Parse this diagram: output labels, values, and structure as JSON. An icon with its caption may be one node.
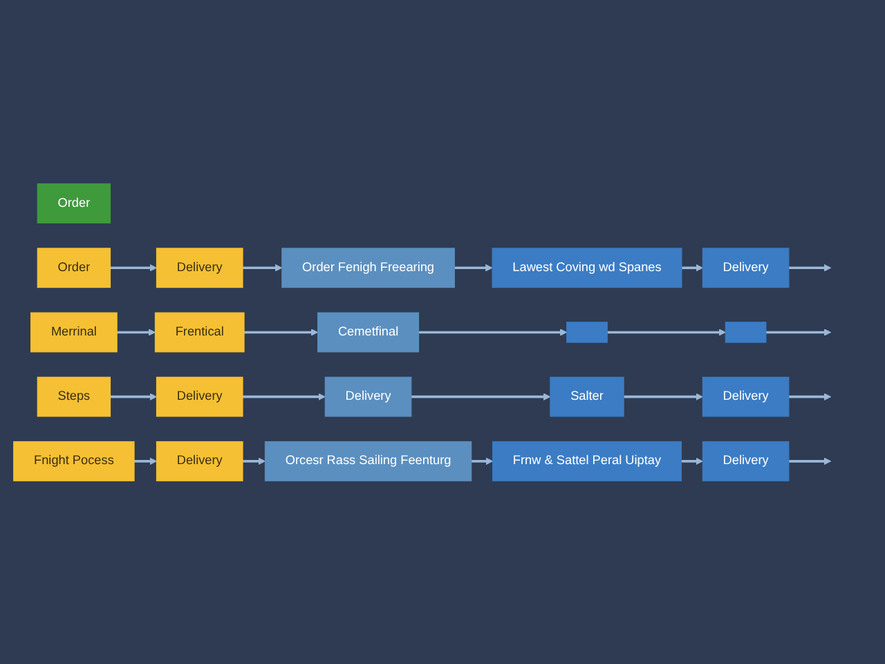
{
  "diagram": {
    "nodes": [
      {
        "text": [
          "Order"
        ]
      },
      {
        "text": [
          "Order"
        ]
      },
      {
        "text": [
          "Delivery"
        ]
      },
      {
        "text": [
          "Order Fenigh Freearing"
        ]
      },
      {
        "text": [
          "Lawest Coving wd Spanes"
        ]
      },
      {
        "text": [
          "Delivery"
        ]
      },
      {
        "text": [
          "Merrinal"
        ]
      },
      {
        "text": [
          "Frentical"
        ]
      },
      {
        "text": [
          "Cemetfinal"
        ]
      },
      {
        "text": [],
        "shape": "box"
      },
      {
        "text": [],
        "shape": "box"
      },
      {
        "text": [
          "Steps"
        ]
      },
      {
        "text": [
          "Delivery"
        ]
      },
      {
        "text": [
          "Delivery"
        ]
      },
      {
        "text": [
          "Salter"
        ]
      },
      {
        "text": [
          "Delivery"
        ]
      },
      {
        "text": [
          "Fnight Pocess"
        ]
      },
      {
        "text": [
          "Delivery"
        ]
      },
      {
        "text": [
          "Orcesr Rass Sailing Feenturg"
        ]
      },
      {
        "text": [
          "Frnw & Sattel Peral Uiptay"
        ]
      },
      {
        "text": [
          "Delivery"
        ]
      }
    ],
    "edges": [
      {
        "from": 1,
        "to": 2,
        "arrow": "to"
      },
      {
        "from": 2,
        "to": 3,
        "arrow": "to"
      },
      {
        "from": 3,
        "to": 4,
        "arrow": "to"
      },
      {
        "from": 4,
        "to": 5,
        "arrow": "to"
      },
      {
        "from": 5,
        "to": null,
        "arrow": "to"
      },
      {
        "from": 6,
        "to": 7,
        "arrow": "to"
      },
      {
        "from": 7,
        "to": 8,
        "arrow": "to"
      },
      {
        "from": 8,
        "to": 9,
        "arrow": "to"
      },
      {
        "from": 9,
        "to": 10,
        "arrow": "to"
      },
      {
        "from": 10,
        "to": null,
        "arrow": "to"
      },
      {
        "from": 11,
        "to": 12,
        "arrow": "to"
      },
      {
        "from": 12,
        "to": 13,
        "arrow": "to"
      },
      {
        "from": 13,
        "to": 14,
        "arrow": "to"
      },
      {
        "from": 14,
        "to": 15,
        "arrow": "to"
      },
      {
        "from": 15,
        "to": null,
        "arrow": "to"
      },
      {
        "from": 16,
        "to": 17,
        "arrow": "to"
      },
      {
        "from": 17,
        "to": 18,
        "arrow": "to"
      },
      {
        "from": 18,
        "to": 19,
        "arrow": "to"
      },
      {
        "from": 19,
        "to": 20,
        "arrow": "to"
      },
      {
        "from": 20,
        "to": null,
        "arrow": "to"
      }
    ]
  }
}
